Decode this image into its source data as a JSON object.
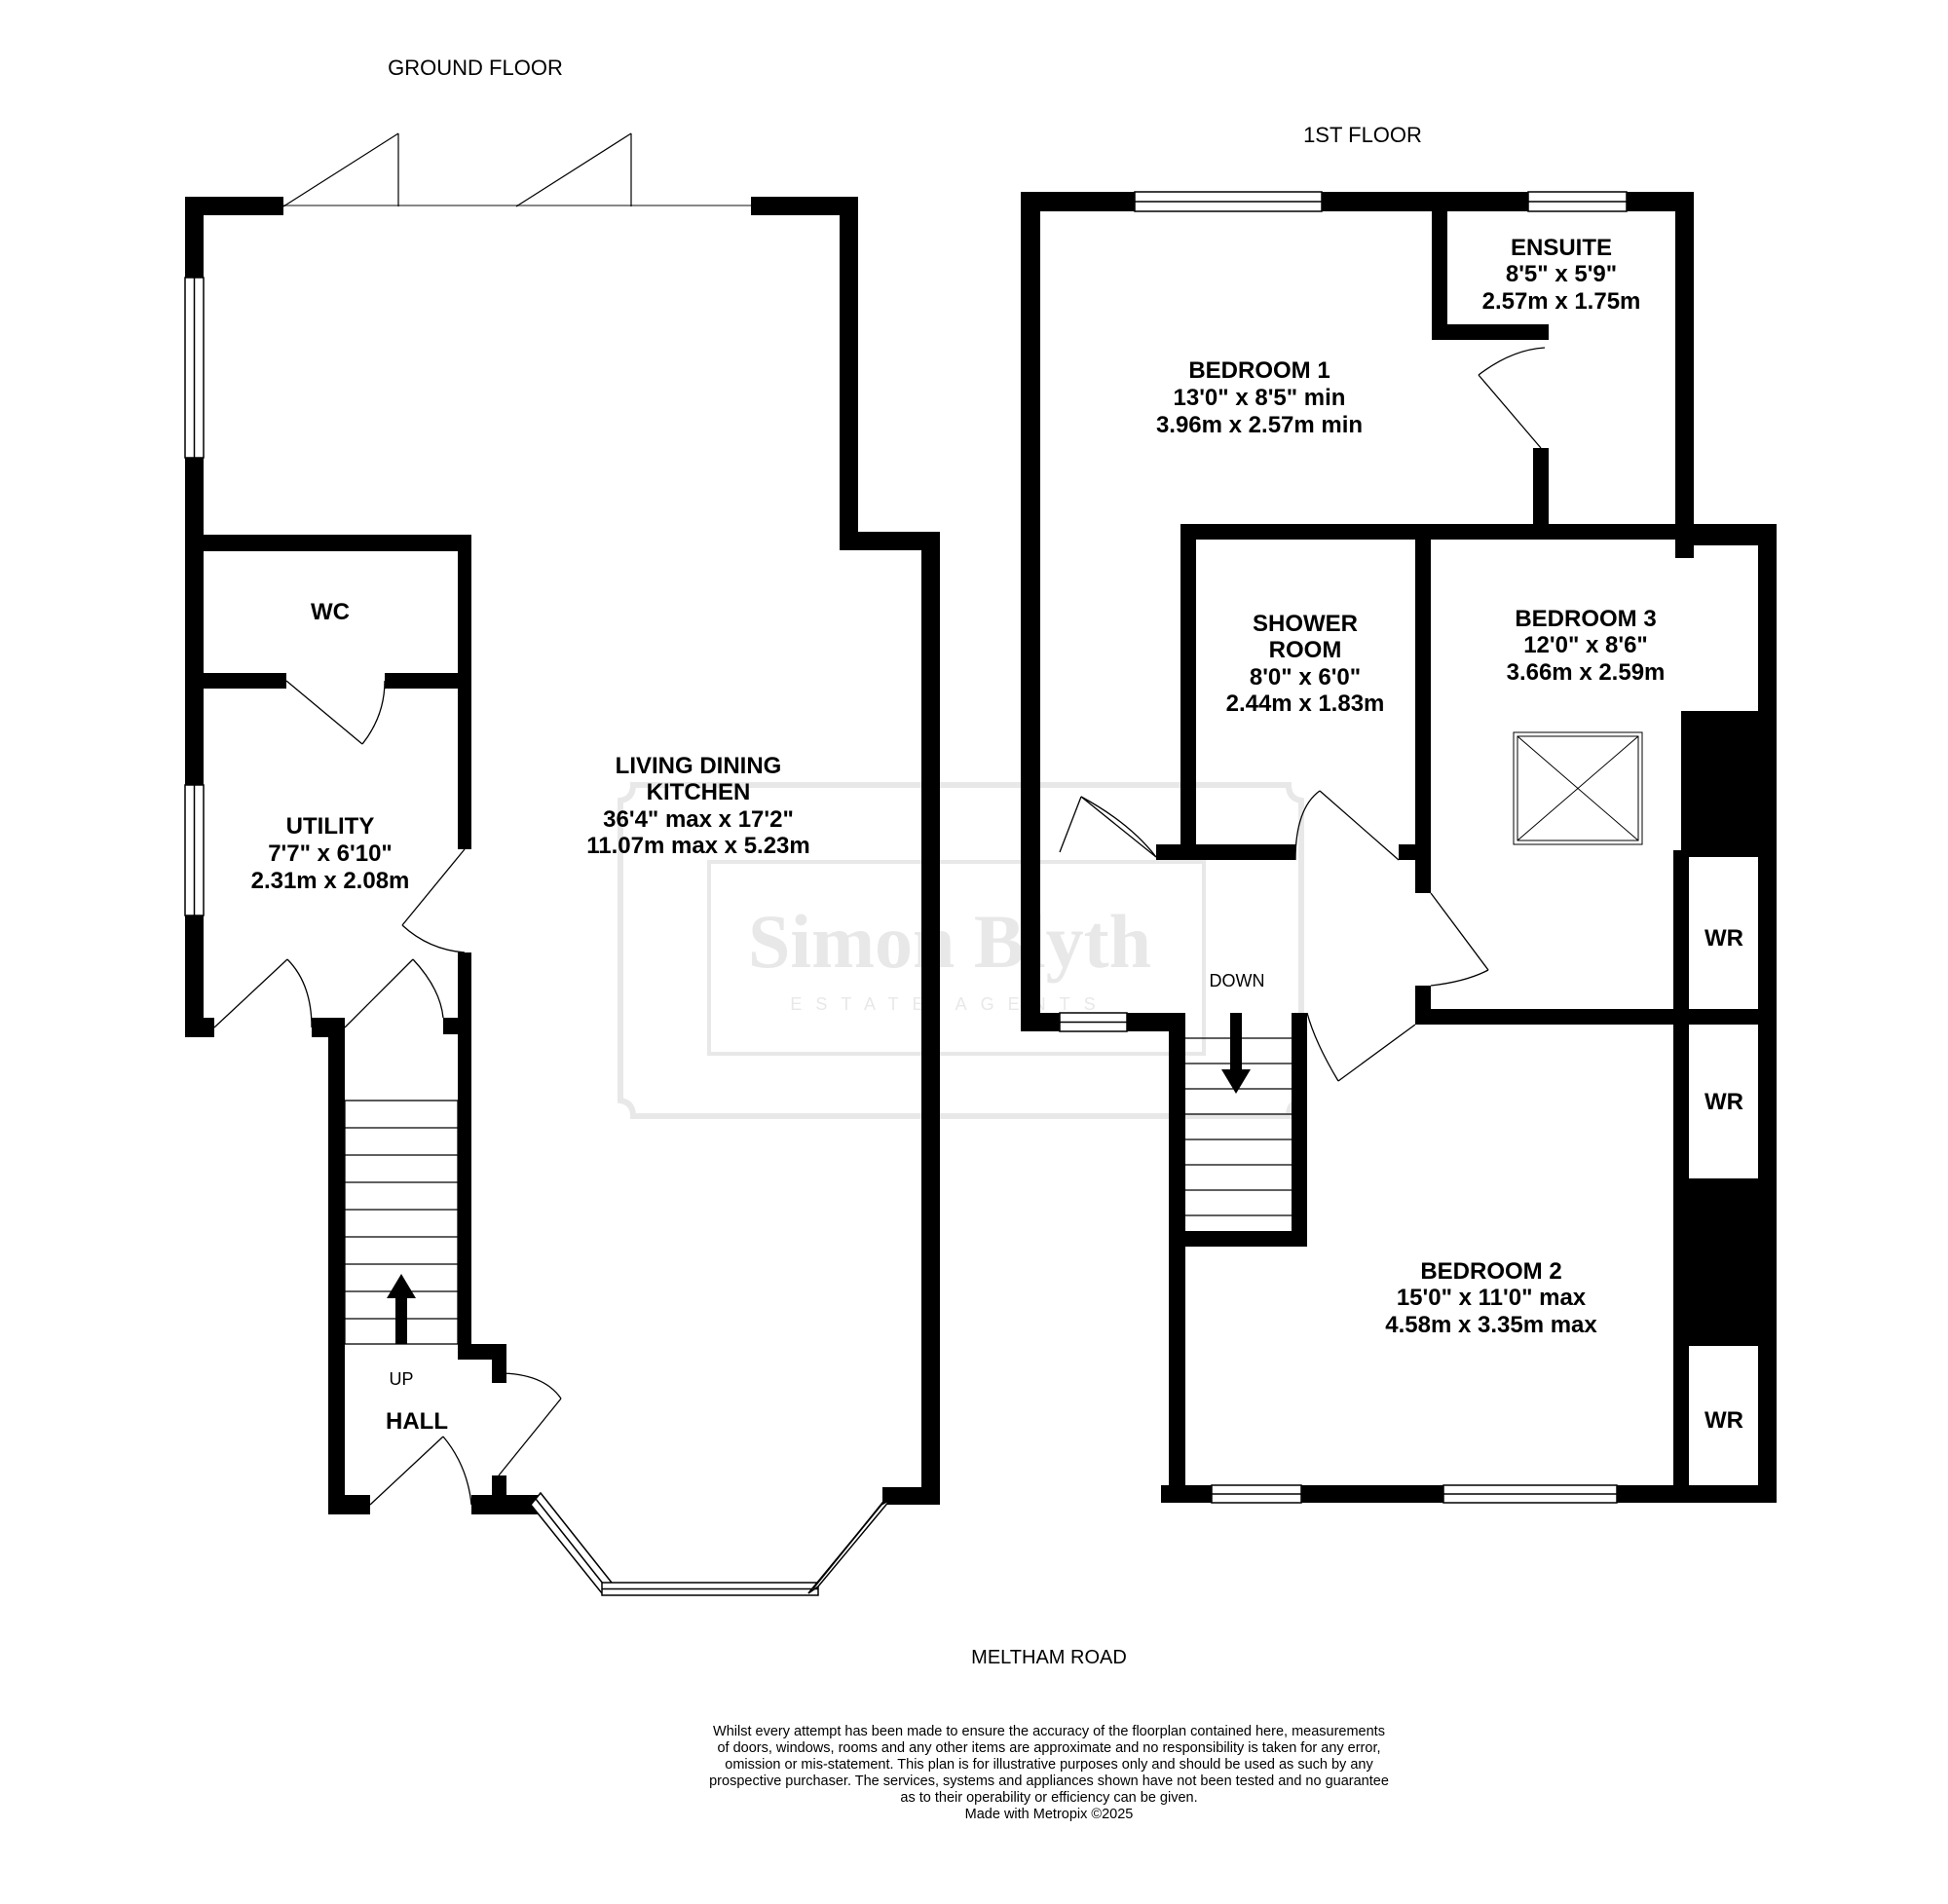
{
  "floors": {
    "ground": {
      "title": "GROUND FLOOR",
      "rooms": {
        "living": {
          "name_1": "LIVING DINING",
          "name_2": "KITCHEN",
          "dim_imperial": "36'4\" max x 17'2\"",
          "dim_metric": "11.07m max x 5.23m"
        },
        "utility": {
          "name": "UTILITY",
          "dim_imperial": "7'7\"  x 6'10\"",
          "dim_metric": "2.31m  x 2.08m"
        },
        "wc": {
          "name": "WC"
        },
        "hall": {
          "name": "HALL",
          "stairs_label": "UP"
        }
      }
    },
    "first": {
      "title": "1ST FLOOR",
      "rooms": {
        "bedroom1": {
          "name": "BEDROOM 1",
          "dim_imperial": "13'0\"  x 8'5\" min",
          "dim_metric": "3.96m  x 2.57m min"
        },
        "ensuite": {
          "name": "ENSUITE",
          "dim_imperial": "8'5\"  x 5'9\"",
          "dim_metric": "2.57m  x 1.75m"
        },
        "shower": {
          "name_1": "SHOWER",
          "name_2": "ROOM",
          "dim_imperial": "8'0\"  x 6'0\"",
          "dim_metric": "2.44m  x 1.83m"
        },
        "bedroom3": {
          "name": "BEDROOM 3",
          "dim_imperial": "12'0\"  x 8'6\"",
          "dim_metric": "3.66m  x 2.59m"
        },
        "bedroom2": {
          "name": "BEDROOM 2",
          "dim_imperial": "15'0\"  x 11'0\" max",
          "dim_metric": "4.58m  x 3.35m max"
        },
        "stairs_label": "DOWN",
        "wardrobe_label": "WR"
      }
    }
  },
  "road": "MELTHAM ROAD",
  "watermark": {
    "line1": "Simon Blyth",
    "line2": "ESTATE AGENTS"
  },
  "disclaimer": [
    "Whilst every attempt has been made to ensure the accuracy of the floorplan contained here, measurements",
    "of doors, windows, rooms and any other items are approximate and no responsibility is taken for any error,",
    "omission or mis-statement. This plan is for illustrative purposes only and should be used as such by any",
    "prospective purchaser. The services, systems and appliances shown have not been tested and no guarantee",
    "as to their operability or efficiency can be given.",
    "Made with Metropix ©2025"
  ],
  "colors": {
    "wall": "#000000",
    "background": "#ffffff",
    "window": "#ffffff",
    "watermark": "#e6e6e6"
  }
}
